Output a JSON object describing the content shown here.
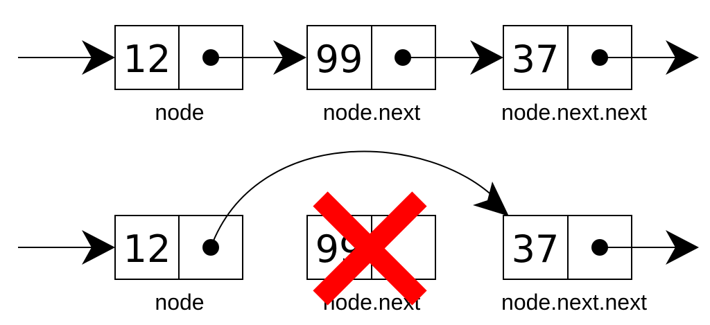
{
  "top_row": {
    "nodes": [
      {
        "value": "12",
        "label": "node"
      },
      {
        "value": "99",
        "label": "node.next"
      },
      {
        "value": "37",
        "label": "node.next.next"
      }
    ]
  },
  "bottom_row": {
    "nodes": [
      {
        "value": "12",
        "label": "node"
      },
      {
        "value": "99",
        "label": "node.next",
        "removed": true
      },
      {
        "value": "37",
        "label": "node.next.next"
      }
    ]
  },
  "colors": {
    "stroke": "#000000",
    "removal_mark": "#ff0000"
  },
  "icons": {
    "removal_mark": "cross-icon",
    "pointer_dot": "dot-icon"
  }
}
